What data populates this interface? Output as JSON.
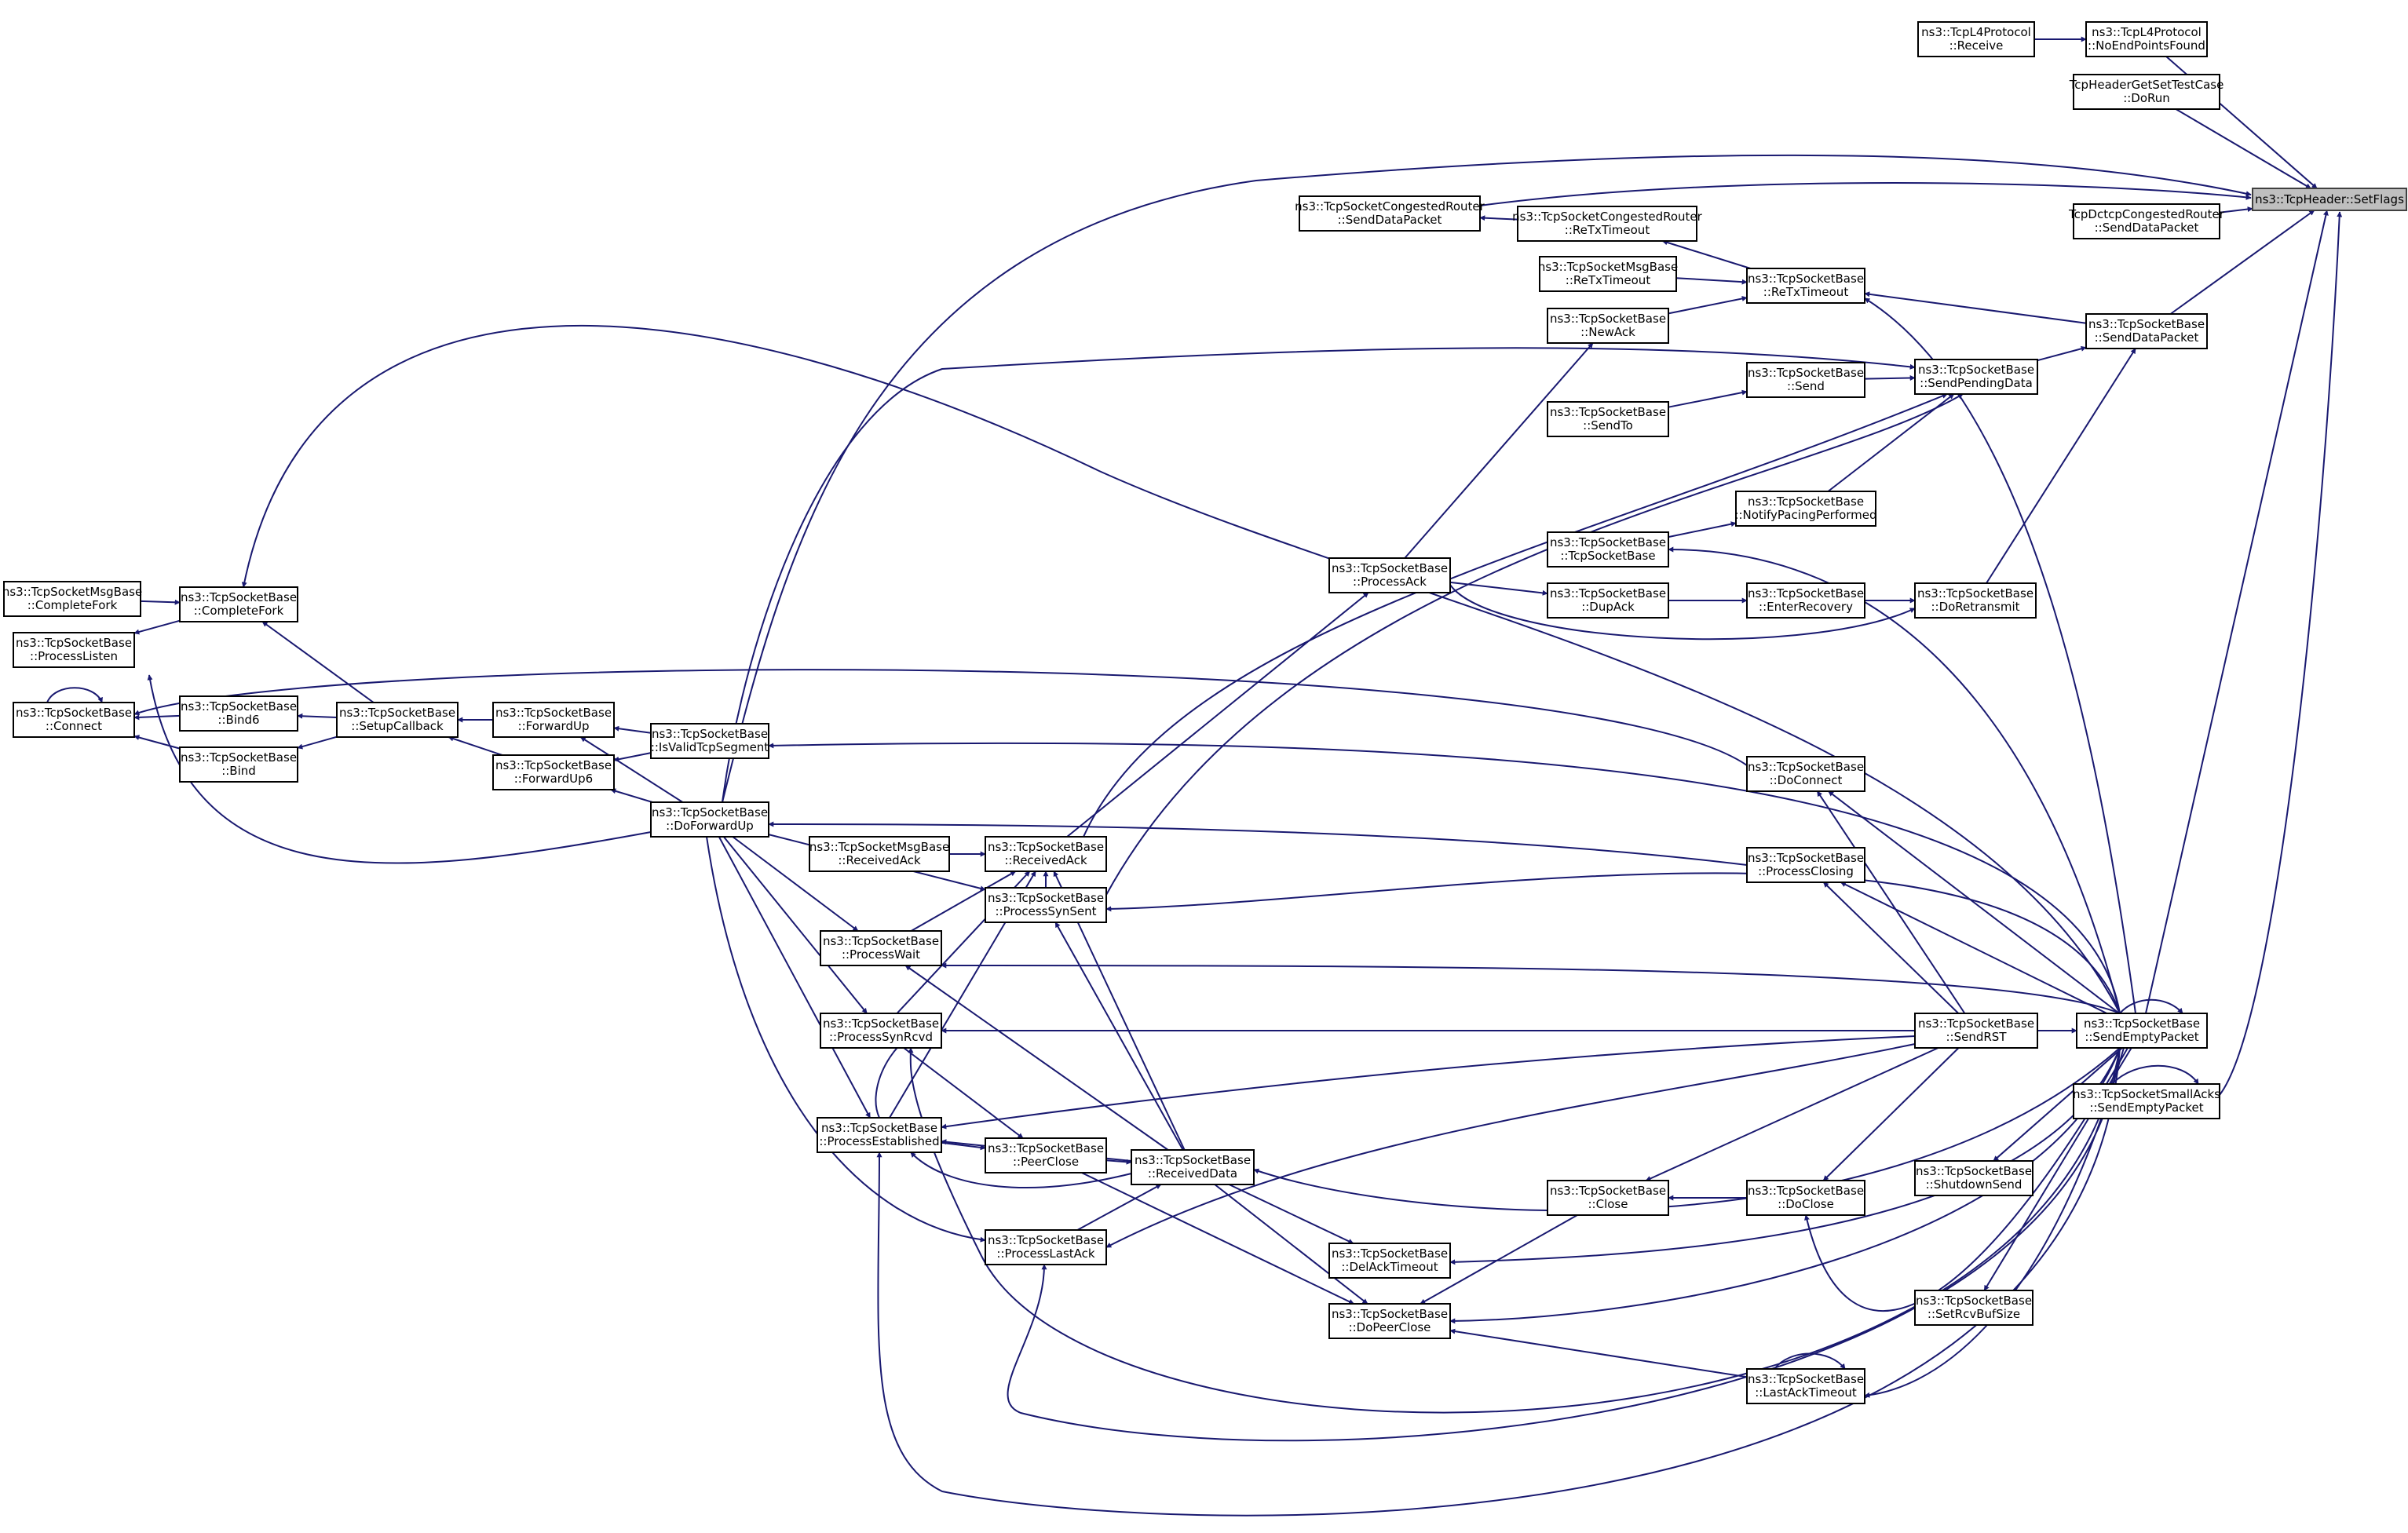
{
  "colors": {
    "edge": "#191970",
    "node_border": "#000000",
    "root_fill": "#bfbfbf",
    "background": "#ffffff"
  },
  "nodes": {
    "setflags": {
      "line1": "ns3::TcpHeader::SetFlags",
      "line2": ""
    },
    "l4_receive": {
      "line1": "ns3::TcpL4Protocol",
      "line2": "::Receive"
    },
    "l4_noendpoints": {
      "line1": "ns3::TcpL4Protocol",
      "line2": "::NoEndPointsFound"
    },
    "hdr_testcase": {
      "line1": "TcpHeaderGetSetTestCase",
      "line2": "::DoRun"
    },
    "dctcp_senddata": {
      "line1": "TcpDctcpCongestedRouter",
      "line2": "::SendDataPacket"
    },
    "cong_senddata": {
      "line1": "ns3::TcpSocketCongestedRouter",
      "line2": "::SendDataPacket"
    },
    "cong_retx": {
      "line1": "ns3::TcpSocketCongestedRouter",
      "line2": "::ReTxTimeout"
    },
    "msg_retx": {
      "line1": "ns3::TcpSocketMsgBase",
      "line2": "::ReTxTimeout"
    },
    "retx": {
      "line1": "ns3::TcpSocketBase",
      "line2": "::ReTxTimeout"
    },
    "newack": {
      "line1": "ns3::TcpSocketBase",
      "line2": "::NewAck"
    },
    "senddatapacket": {
      "line1": "ns3::TcpSocketBase",
      "line2": "::SendDataPacket"
    },
    "sendpending": {
      "line1": "ns3::TcpSocketBase",
      "line2": "::SendPendingData"
    },
    "send": {
      "line1": "ns3::TcpSocketBase",
      "line2": "::Send"
    },
    "sendto": {
      "line1": "ns3::TcpSocketBase",
      "line2": "::SendTo"
    },
    "notifypacing": {
      "line1": "ns3::TcpSocketBase",
      "line2": "::NotifyPacingPerformed"
    },
    "ctor": {
      "line1": "ns3::TcpSocketBase",
      "line2": "::TcpSocketBase"
    },
    "processack": {
      "line1": "ns3::TcpSocketBase",
      "line2": "::ProcessAck"
    },
    "dupack": {
      "line1": "ns3::TcpSocketBase",
      "line2": "::DupAck"
    },
    "enterrecovery": {
      "line1": "ns3::TcpSocketBase",
      "line2": "::EnterRecovery"
    },
    "doretransmit": {
      "line1": "ns3::TcpSocketBase",
      "line2": "::DoRetransmit"
    },
    "msg_completefork": {
      "line1": "ns3::TcpSocketMsgBase",
      "line2": "::CompleteFork"
    },
    "completefork": {
      "line1": "ns3::TcpSocketBase",
      "line2": "::CompleteFork"
    },
    "processlisten": {
      "line1": "ns3::TcpSocketBase",
      "line2": "::ProcessListen"
    },
    "connect": {
      "line1": "ns3::TcpSocketBase",
      "line2": "::Connect"
    },
    "bind6": {
      "line1": "ns3::TcpSocketBase",
      "line2": "::Bind6"
    },
    "bind": {
      "line1": "ns3::TcpSocketBase",
      "line2": "::Bind"
    },
    "setupcallback": {
      "line1": "ns3::TcpSocketBase",
      "line2": "::SetupCallback"
    },
    "forwardup": {
      "line1": "ns3::TcpSocketBase",
      "line2": "::ForwardUp"
    },
    "forwardup6": {
      "line1": "ns3::TcpSocketBase",
      "line2": "::ForwardUp6"
    },
    "isvalid": {
      "line1": "ns3::TcpSocketBase",
      "line2": "::IsValidTcpSegment"
    },
    "doforwardup": {
      "line1": "ns3::TcpSocketBase",
      "line2": "::DoForwardUp"
    },
    "docconnect": {
      "line1": "ns3::TcpSocketBase",
      "line2": "::DoConnect"
    },
    "msg_receivedack": {
      "line1": "ns3::TcpSocketMsgBase",
      "line2": "::ReceivedAck"
    },
    "receivedack": {
      "line1": "ns3::TcpSocketBase",
      "line2": "::ReceivedAck"
    },
    "processsynsent": {
      "line1": "ns3::TcpSocketBase",
      "line2": "::ProcessSynSent"
    },
    "processclosing": {
      "line1": "ns3::TcpSocketBase",
      "line2": "::ProcessClosing"
    },
    "processwait": {
      "line1": "ns3::TcpSocketBase",
      "line2": "::ProcessWait"
    },
    "processsynrcvd": {
      "line1": "ns3::TcpSocketBase",
      "line2": "::ProcessSynRcvd"
    },
    "sendrst": {
      "line1": "ns3::TcpSocketBase",
      "line2": "::SendRST"
    },
    "sendempty": {
      "line1": "ns3::TcpSocketBase",
      "line2": "::SendEmptyPacket"
    },
    "smallacks_empty": {
      "line1": "ns3::TcpSocketSmallAcks",
      "line2": "::SendEmptyPacket"
    },
    "processest": {
      "line1": "ns3::TcpSocketBase",
      "line2": "::ProcessEstablished"
    },
    "peerclose": {
      "line1": "ns3::TcpSocketBase",
      "line2": "::PeerClose"
    },
    "receiveddata": {
      "line1": "ns3::TcpSocketBase",
      "line2": "::ReceivedData"
    },
    "shutdownsend": {
      "line1": "ns3::TcpSocketBase",
      "line2": "::ShutdownSend"
    },
    "close": {
      "line1": "ns3::TcpSocketBase",
      "line2": "::Close"
    },
    "doclose": {
      "line1": "ns3::TcpSocketBase",
      "line2": "::DoClose"
    },
    "processlastack": {
      "line1": "ns3::TcpSocketBase",
      "line2": "::ProcessLastAck"
    },
    "delacktimeout": {
      "line1": "ns3::TcpSocketBase",
      "line2": "::DelAckTimeout"
    },
    "dopeerclose": {
      "line1": "ns3::TcpSocketBase",
      "line2": "::DoPeerClose"
    },
    "setrcvbufsize": {
      "line1": "ns3::TcpSocketBase",
      "line2": "::SetRcvBufSize"
    },
    "lastacktimeout": {
      "line1": "ns3::TcpSocketBase",
      "line2": "::LastAckTimeout"
    }
  }
}
